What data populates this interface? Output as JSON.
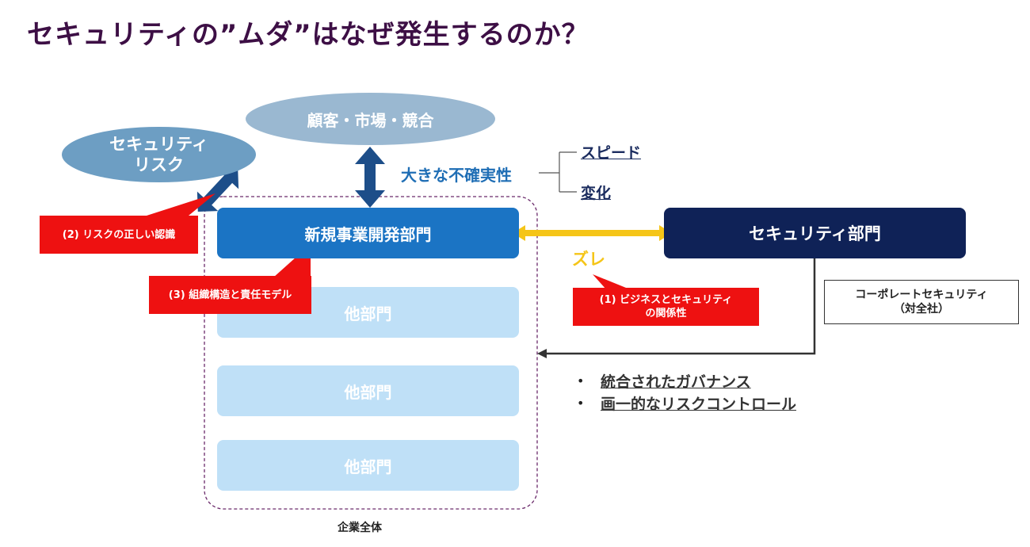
{
  "title": "セキュリティの”ムダ”はなぜ発生するのか？",
  "nodes": {
    "customer_market": "顧客・市場・競合",
    "security_risk_line1": "セキュリティ",
    "security_risk_line2": "リスク",
    "new_business_dept": "新規事業開発部門",
    "security_dept": "セキュリティ部門",
    "other_dept_1": "他部門",
    "other_dept_2": "他部門",
    "other_dept_3": "他部門",
    "corporate_security_line1": "コーポレートセキュリティ",
    "corporate_security_line2": "（対全社）",
    "enterprise_label": "企業全体"
  },
  "uncertainty": {
    "label": "大きな不確実性",
    "items": [
      "スピード",
      "変化"
    ]
  },
  "gap_label": "ズレ",
  "callouts": {
    "risk_recognition": "(2) リスクの正しい認識",
    "org_structure": "(3) 組織構造と責任モデル",
    "business_relation_line1": "(1) ビジネスとセキュリティ",
    "business_relation_line2": "の関係性"
  },
  "bullets": {
    "marker": "•",
    "items": [
      "統合されたガバナンス",
      "画一的なリスクコントロール"
    ]
  },
  "colors": {
    "title": "#3d0f45",
    "light_blue_ellipse": "#9ab8d1",
    "mid_blue_ellipse": "#6d9ec3",
    "new_business_box": "#1b74c4",
    "security_box": "#0f2257",
    "other_dept_box": "#bfe0f7",
    "callout_red": "#ee1111",
    "gap_arrow": "#f5c518",
    "dark_arrow": "#1d4e89",
    "uncertainty_text": "#1f6eb5",
    "link_text": "#1a2b5e"
  }
}
